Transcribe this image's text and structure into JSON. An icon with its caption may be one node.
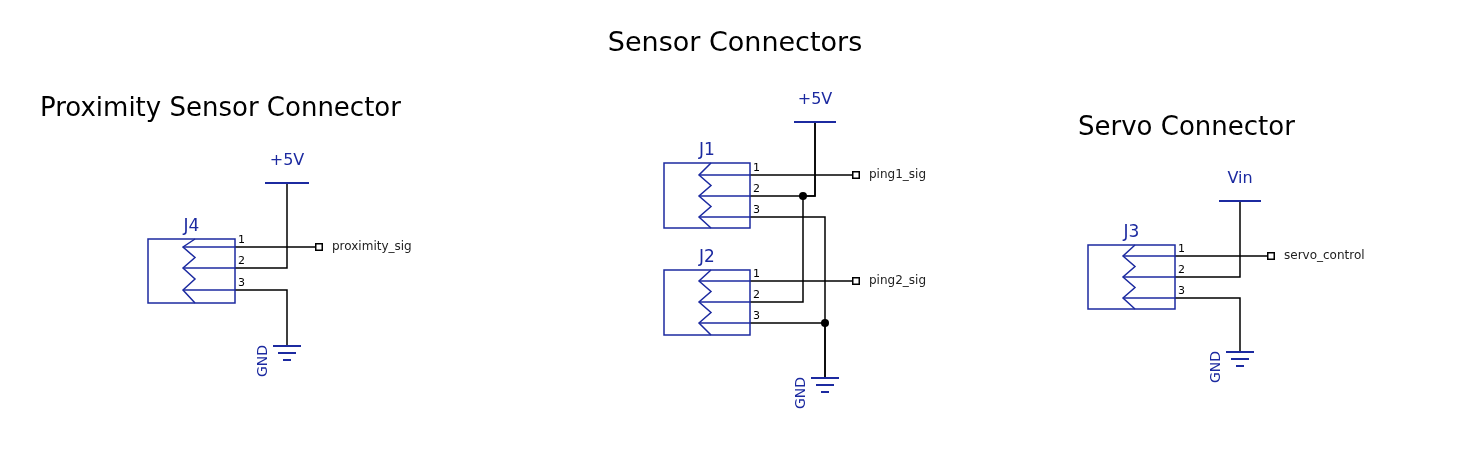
{
  "diagram": {
    "title": "Sensor Connectors",
    "nodes": [
      {
        "text": [
          "J4"
        ]
      },
      {
        "text": [
          "+5V"
        ]
      },
      {
        "text": [
          "GND"
        ]
      },
      {
        "text": [
          "proximity_sig"
        ]
      },
      {
        "text": [
          "J1"
        ]
      },
      {
        "text": [
          "J2"
        ]
      },
      {
        "text": [
          "+5V"
        ]
      },
      {
        "text": [
          "GND"
        ]
      },
      {
        "text": [
          "ping1_sig"
        ]
      },
      {
        "text": [
          "ping2_sig"
        ]
      },
      {
        "text": [
          "J3"
        ]
      },
      {
        "text": [
          "Vin"
        ]
      },
      {
        "text": [
          "GND"
        ]
      },
      {
        "text": [
          "servo_control"
        ]
      }
    ],
    "edges": [
      {
        "from": 0,
        "to": 3,
        "arrow": "none"
      },
      {
        "from": 0,
        "to": 1,
        "arrow": "none"
      },
      {
        "from": 0,
        "to": 2,
        "arrow": "none"
      },
      {
        "from": 4,
        "to": 8,
        "arrow": "none"
      },
      {
        "from": 4,
        "to": 6,
        "arrow": "none"
      },
      {
        "from": 4,
        "to": 7,
        "arrow": "none"
      },
      {
        "from": 5,
        "to": 9,
        "arrow": "none"
      },
      {
        "from": 5,
        "to": 6,
        "arrow": "none"
      },
      {
        "from": 5,
        "to": 7,
        "arrow": "none"
      },
      {
        "from": 10,
        "to": 13,
        "arrow": "none"
      },
      {
        "from": 10,
        "to": 11,
        "arrow": "none"
      },
      {
        "from": 10,
        "to": 12,
        "arrow": "none"
      }
    ],
    "labels": [
      "Proximity Sensor Connector",
      "Servo Connector",
      "1",
      "2",
      "3",
      "1",
      "2",
      "3",
      "1",
      "2",
      "3",
      "1",
      "2",
      "3"
    ]
  }
}
